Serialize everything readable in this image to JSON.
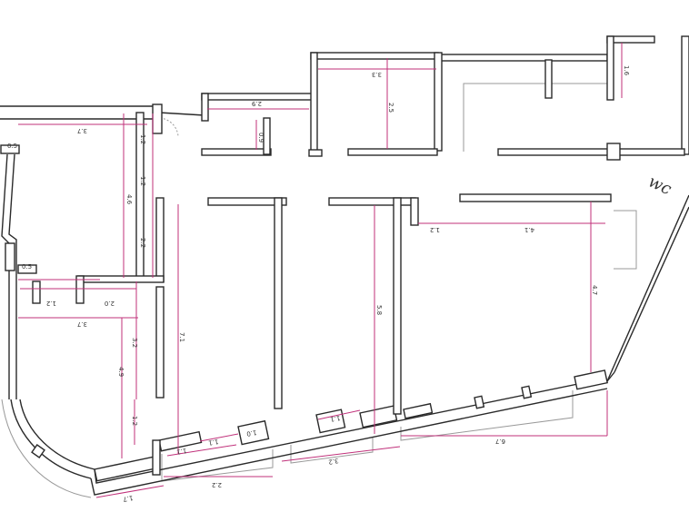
{
  "plan": {
    "annotation": "wc",
    "colors": {
      "wall": "#2a2a2a",
      "dimension": "#c0307a",
      "light_line": "#9a9a9a"
    },
    "dimensions": [
      {
        "id": "d1",
        "value": "3.7"
      },
      {
        "id": "d2",
        "value": "1.2"
      },
      {
        "id": "d3",
        "value": "1.2"
      },
      {
        "id": "d4",
        "value": "4.6"
      },
      {
        "id": "d5",
        "value": "2.2"
      },
      {
        "id": "d6",
        "value": "0.5"
      },
      {
        "id": "d7",
        "value": "0.5"
      },
      {
        "id": "d8",
        "value": "1.2"
      },
      {
        "id": "d9",
        "value": "2.0"
      },
      {
        "id": "d10",
        "value": "3.7"
      },
      {
        "id": "d11",
        "value": "3.2"
      },
      {
        "id": "d12",
        "value": "4.9"
      },
      {
        "id": "d13",
        "value": "1.2"
      },
      {
        "id": "d14",
        "value": "7.1"
      },
      {
        "id": "d15",
        "value": "2.9"
      },
      {
        "id": "d16",
        "value": "0.9"
      },
      {
        "id": "d17",
        "value": "3.3"
      },
      {
        "id": "d18",
        "value": "2.5"
      },
      {
        "id": "d19",
        "value": "1.6"
      },
      {
        "id": "d20",
        "value": "5.8"
      },
      {
        "id": "d21",
        "value": "1.2"
      },
      {
        "id": "d22",
        "value": "4.1"
      },
      {
        "id": "d23",
        "value": "4.7"
      },
      {
        "id": "d24",
        "value": "1.1"
      },
      {
        "id": "d25",
        "value": "1.1"
      },
      {
        "id": "d26",
        "value": "1.0"
      },
      {
        "id": "d27",
        "value": "1.1"
      },
      {
        "id": "d28",
        "value": "3.2"
      },
      {
        "id": "d29",
        "value": "2.2"
      },
      {
        "id": "d30",
        "value": "1.7"
      },
      {
        "id": "d31",
        "value": "6.7"
      }
    ]
  }
}
